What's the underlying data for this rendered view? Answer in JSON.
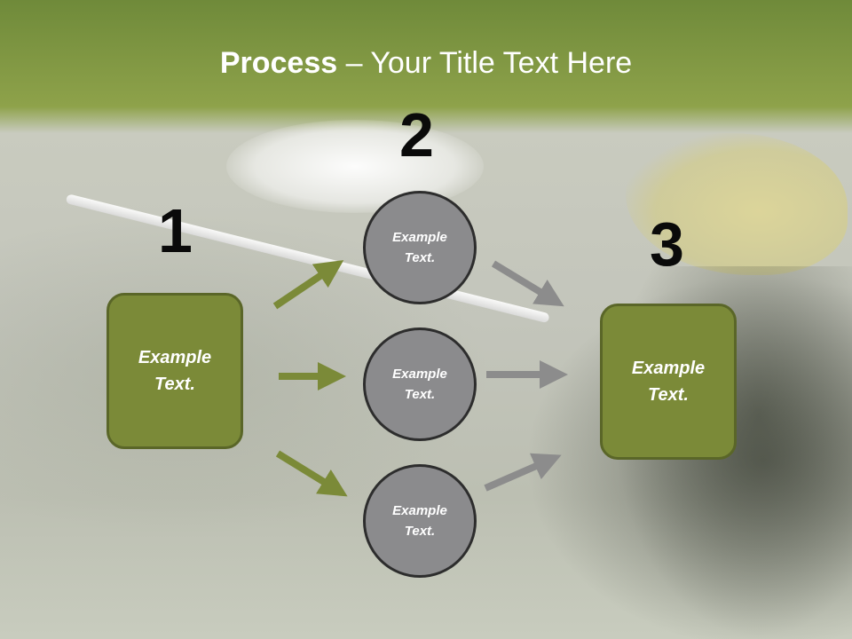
{
  "slide": {
    "title_bold": "Process",
    "title_rest": " – Your Title Text Here"
  },
  "steps": [
    {
      "number": "1",
      "label": "Example Text."
    },
    {
      "number": "2",
      "circles": [
        "Example Text.",
        "Example Text.",
        "Example Text."
      ]
    },
    {
      "number": "3",
      "label": "Example Text."
    }
  ],
  "colors": {
    "box_fill": "#7b8a38",
    "circle_fill": "#8b8b8d",
    "arrow_green": "#7b8a38",
    "arrow_gray": "#8c8c8c"
  }
}
